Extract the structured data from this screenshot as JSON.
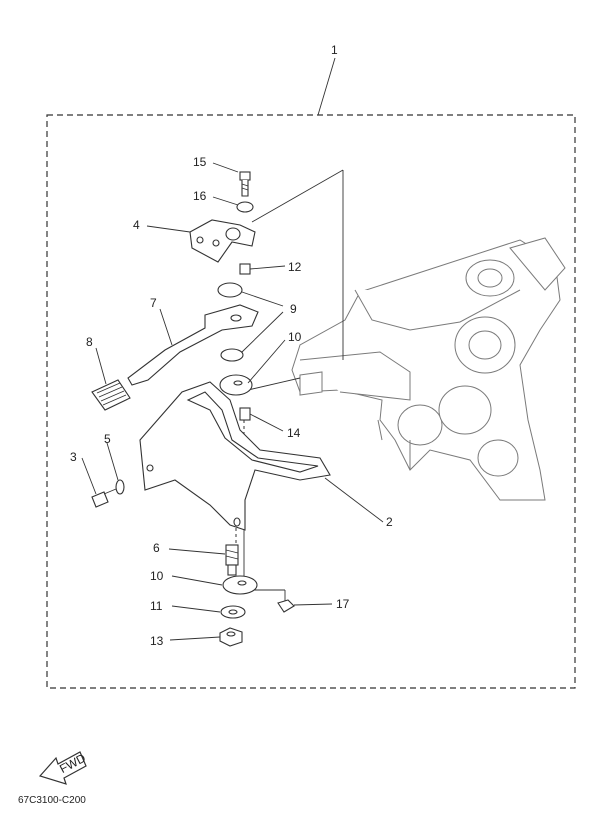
{
  "callouts": {
    "c1": "1",
    "c2": "2",
    "c3": "3",
    "c4": "4",
    "c5": "5",
    "c6": "6",
    "c7": "7",
    "c8": "8",
    "c9": "9",
    "c10a": "10",
    "c10b": "10",
    "c11": "11",
    "c12": "12",
    "c13": "13",
    "c14": "14",
    "c15": "15",
    "c16": "16",
    "c17": "17"
  },
  "fwd_label": "FWD",
  "diagram_code": "67C3100-C200"
}
